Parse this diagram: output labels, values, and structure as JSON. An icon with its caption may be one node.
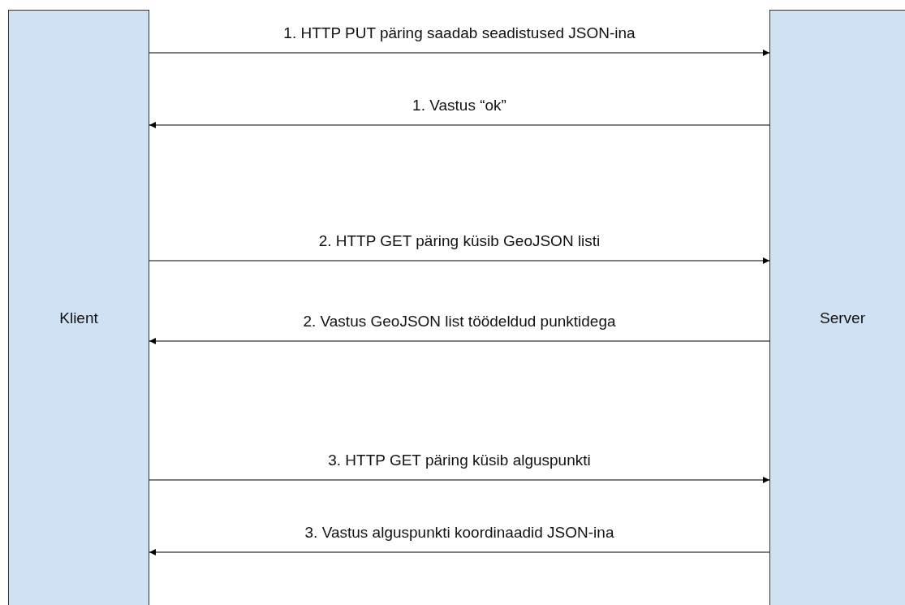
{
  "diagram": {
    "nodes": [
      {
        "text": [
          "Klient"
        ]
      },
      {
        "text": [
          "Server"
        ]
      }
    ],
    "edges": [
      {
        "from": 0,
        "to": 1,
        "arrow": "to",
        "label": "1. HTTP PUT päring saadab seadistused JSON-ina"
      },
      {
        "from": 1,
        "to": 0,
        "arrow": "to",
        "label": "1. Vastus “ok”"
      },
      {
        "from": 0,
        "to": 1,
        "arrow": "to",
        "label": "2. HTTP GET päring küsib GeoJSON listi"
      },
      {
        "from": 1,
        "to": 0,
        "arrow": "to",
        "label": "2. Vastus GeoJSON list töödeldud punktidega"
      },
      {
        "from": 0,
        "to": 1,
        "arrow": "to",
        "label": "3. HTTP GET päring küsib alguspunkti"
      },
      {
        "from": 1,
        "to": 0,
        "arrow": "to",
        "label": "3. Vastus alguspunkti koordinaadid JSON-ina"
      }
    ]
  }
}
